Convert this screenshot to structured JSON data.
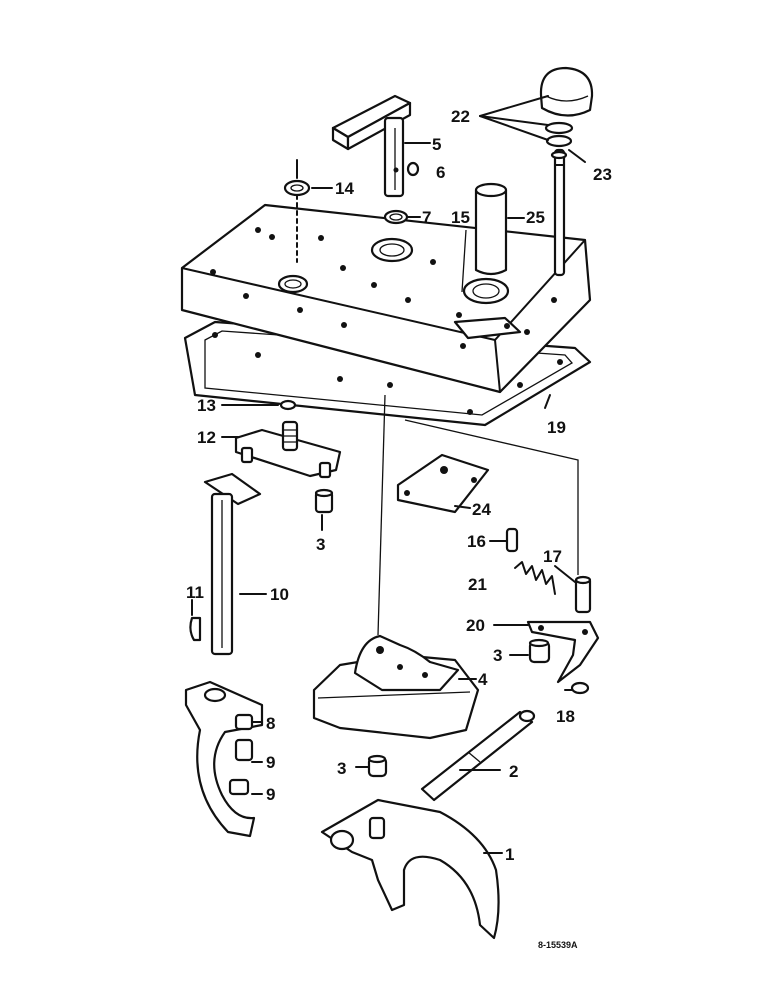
{
  "diagram": {
    "reference_code": "8-15539A",
    "callouts": [
      {
        "id": "c1",
        "text": "1"
      },
      {
        "id": "c2",
        "text": "2"
      },
      {
        "id": "c3a",
        "text": "3"
      },
      {
        "id": "c3b",
        "text": "3"
      },
      {
        "id": "c3c",
        "text": "3"
      },
      {
        "id": "c4",
        "text": "4"
      },
      {
        "id": "c5",
        "text": "5"
      },
      {
        "id": "c6",
        "text": "6"
      },
      {
        "id": "c7",
        "text": "7"
      },
      {
        "id": "c8",
        "text": "8"
      },
      {
        "id": "c9a",
        "text": "9"
      },
      {
        "id": "c9b",
        "text": "9"
      },
      {
        "id": "c10",
        "text": "10"
      },
      {
        "id": "c11",
        "text": "11"
      },
      {
        "id": "c12",
        "text": "12"
      },
      {
        "id": "c13",
        "text": "13"
      },
      {
        "id": "c14",
        "text": "14"
      },
      {
        "id": "c15",
        "text": "15"
      },
      {
        "id": "c16",
        "text": "16"
      },
      {
        "id": "c17",
        "text": "17"
      },
      {
        "id": "c18",
        "text": "18"
      },
      {
        "id": "c19",
        "text": "19"
      },
      {
        "id": "c20",
        "text": "20"
      },
      {
        "id": "c21",
        "text": "21"
      },
      {
        "id": "c22",
        "text": "22"
      },
      {
        "id": "c23",
        "text": "23"
      },
      {
        "id": "c24",
        "text": "24"
      },
      {
        "id": "c25",
        "text": "25"
      }
    ]
  }
}
